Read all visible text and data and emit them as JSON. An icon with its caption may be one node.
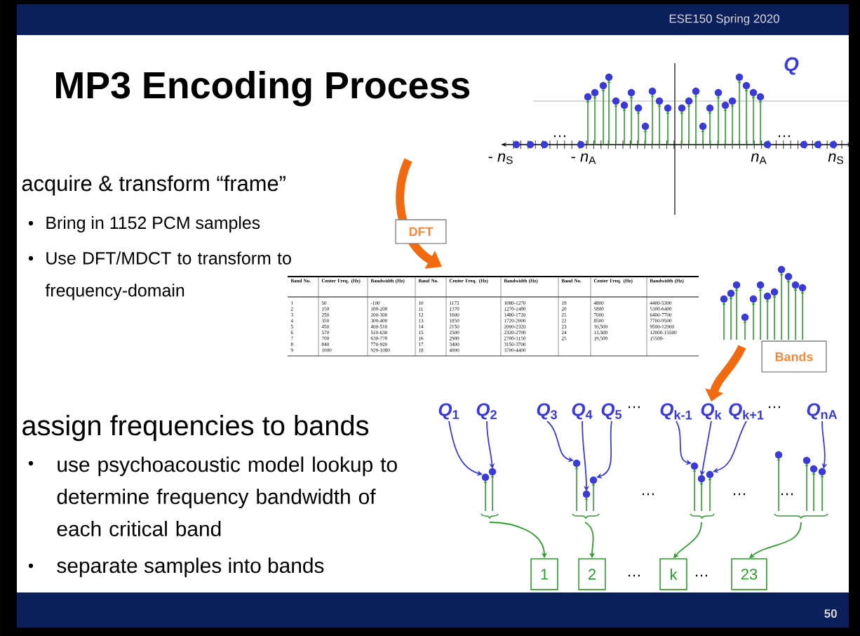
{
  "diagram": {
    "title": "MP3 Encoding Process",
    "nodes": [
      {
        "text": [
          "DFT"
        ]
      },
      {
        "text": [
          "Bands"
        ]
      },
      {
        "text": [
          "*Q*$_{1}$"
        ]
      },
      {
        "text": [
          "*Q*$_{2}$"
        ]
      },
      {
        "text": [
          "*Q*$_{3}$"
        ]
      },
      {
        "text": [
          "*Q*$_{4}$"
        ]
      },
      {
        "text": [
          "*Q*$_{5}$"
        ]
      },
      {
        "text": [
          "*Q*$_{k-1}$"
        ]
      },
      {
        "text": [
          "*Q*$_{k}$"
        ]
      },
      {
        "text": [
          "*Q*$_{k+1}$"
        ]
      },
      {
        "text": [
          "*Q*$_{nA}$"
        ]
      },
      {
        "text": [
          "1"
        ]
      },
      {
        "text": [
          "2"
        ]
      },
      {
        "text": [
          "k"
        ]
      },
      {
        "text": [
          "23"
        ]
      }
    ],
    "edges": [
      {
        "from": 2,
        "to": null,
        "arrow": "to"
      },
      {
        "from": 3,
        "to": null,
        "arrow": "to"
      },
      {
        "from": 4,
        "to": null,
        "arrow": "to"
      },
      {
        "from": 5,
        "to": null,
        "arrow": "to"
      },
      {
        "from": 6,
        "to": null,
        "arrow": "to"
      },
      {
        "from": 7,
        "to": null,
        "arrow": "to"
      },
      {
        "from": 8,
        "to": null,
        "arrow": "to"
      },
      {
        "from": 9,
        "to": null,
        "arrow": "to"
      },
      {
        "from": 10,
        "to": null,
        "arrow": "to"
      },
      {
        "from": null,
        "to": 11,
        "arrow": "to",
        "color": "#2e9a2e"
      },
      {
        "from": null,
        "to": 12,
        "arrow": "to",
        "color": "#2e9a2e"
      },
      {
        "from": null,
        "to": 13,
        "arrow": "to",
        "color": "#2e9a2e"
      },
      {
        "from": null,
        "to": 14,
        "arrow": "to",
        "color": "#2e9a2e"
      },
      {
        "from": null,
        "to": 8,
        "arrow": "to",
        "style": "thick",
        "color": "#f26a10"
      }
    ],
    "labels": [
      "ESE150 Spring 2020",
      "Q",
      "- *n*$_{S}$",
      "- *n*$_{A}$",
      "*n*$_{A}$",
      "*n*$_{S}$",
      "…",
      "…",
      "acquire & transform “frame”",
      "Bring in 1152 PCM samples",
      "Use DFT/MDCT to transform to frequency-domain",
      "Band No.",
      "Center Freq. (Hz)",
      "Bandwidth (Hz)",
      "Band No.",
      "Center Freq. (Hz)",
      "Bandwidth (Hz)",
      "Band No.",
      "Center Freq. (Hz)",
      "Bandwidth (Hz)",
      "1",
      "50",
      "-100",
      "10",
      "1175",
      "1080-1270",
      "19",
      "4800",
      "4400-5300",
      "2",
      "150",
      "100-200",
      "11",
      "1370",
      "1270-1480",
      "20",
      "5800",
      "5300-6400",
      "3",
      "250",
      "200-300",
      "12",
      "1600",
      "1480-1720",
      "21",
      "7000",
      "6400-7700",
      "4",
      "350",
      "300-400",
      "13",
      "1850",
      "1720-2000",
      "22",
      "8500",
      "7700-9500",
      "5",
      "450",
      "400-510",
      "14",
      "2150",
      "2000-2320",
      "23",
      "10,500",
      "9500-12000",
      "6",
      "570",
      "510-630",
      "15",
      "2500",
      "2320-2700",
      "24",
      "13,500",
      "12000-15500",
      "7",
      "700",
      "630-770",
      "16",
      "2900",
      "2700-3150",
      "25",
      "19,500",
      "15500-",
      "8",
      "840",
      "770-920",
      "17",
      "3400",
      "3150-3700",
      "9",
      "1000",
      "920-1080",
      "18",
      "4000",
      "3700-4400",
      "assign frequencies to bands",
      "use psychoacoustic model lookup to determine frequency bandwidth of each critical band",
      "separate samples into bands",
      "…",
      "…",
      "…",
      "…",
      "…",
      "…",
      "…",
      "50"
    ]
  }
}
